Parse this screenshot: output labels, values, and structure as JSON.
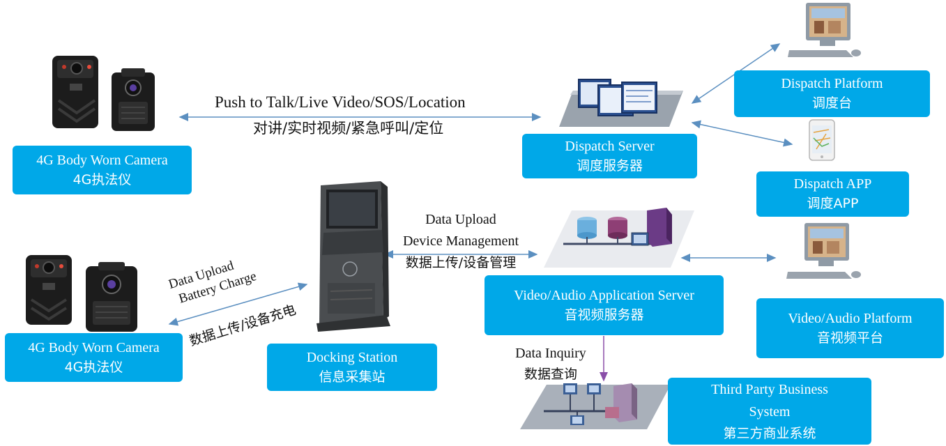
{
  "links": {
    "ptt_en": "Push to Talk/Live Video/SOS/Location",
    "ptt_zh": "对讲/实时视频/紧急呼叫/定位",
    "dock_en1": "Data Upload",
    "dock_en2": "Battery Charge",
    "dock_zh": "数据上传/设备充电",
    "mgmt_en1": "Data Upload",
    "mgmt_en2": "Device Management",
    "mgmt_zh": "数据上传/设备管理",
    "inquiry_en": "Data Inquiry",
    "inquiry_zh": "数据查询"
  },
  "nodes": {
    "camera_top": {
      "en": "4G Body Worn Camera",
      "zh": "4G执法仪"
    },
    "camera_bottom": {
      "en": "4G Body Worn Camera",
      "zh": "4G执法仪"
    },
    "dispatch_server": {
      "en": "Dispatch Server",
      "zh": "调度服务器"
    },
    "dispatch_platform": {
      "en": "Dispatch Platform",
      "zh": "调度台"
    },
    "dispatch_app": {
      "en": "Dispatch APP",
      "zh": "调度APP"
    },
    "docking_station": {
      "en": "Docking Station",
      "zh": "信息采集站"
    },
    "va_server": {
      "en": "Video/Audio Application Server",
      "zh": "音视频服务器"
    },
    "va_platform": {
      "en": "Video/Audio Platform",
      "zh": "音视频平台"
    },
    "third_party": {
      "en": "Third Party Business",
      "en2": "System",
      "zh": "第三方商业系统"
    }
  },
  "colors": {
    "box": "#00a8e8",
    "arrow": "#5b8fc0",
    "inquiry_arrow": "#8a4ea8",
    "device": "#1a1a1a"
  },
  "icons": [
    "body-camera-icon",
    "server-icon",
    "monitor-icon",
    "phone-icon",
    "kiosk-icon",
    "database-icon",
    "network-icon"
  ]
}
